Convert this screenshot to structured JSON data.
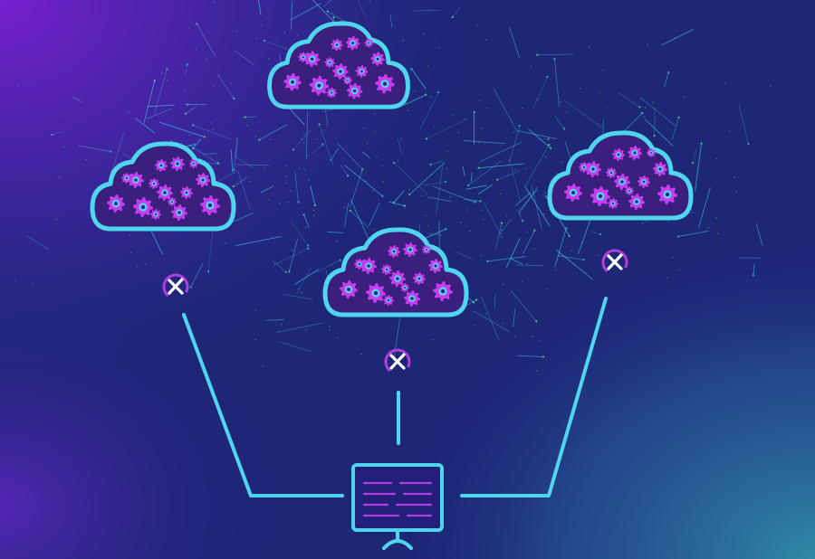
{
  "colors": {
    "background_top_left": "#7a1fd1",
    "background_mid": "#2a2d8f",
    "background_center": "#1c2778",
    "background_bottom_right": "#2f7a9e",
    "cloud_outline": "#4fd6ee",
    "cloud_fill": "#3b1f7c",
    "gear": "#c73cf0",
    "gear_hub": "#4fd6ee",
    "connector_line": "#4fd6ee",
    "x_mark": "#ffffff",
    "x_ring": "#b23de0",
    "network_lines": "#3fbfe0",
    "network_points": "#5be08a",
    "monitor_stripe": "#b23de0"
  },
  "scene": {
    "description_free": true,
    "clouds": [
      {
        "id": "cloud-top",
        "icon": "cloud-gears-icon"
      },
      {
        "id": "cloud-left",
        "icon": "cloud-gears-icon"
      },
      {
        "id": "cloud-center",
        "icon": "cloud-gears-icon"
      },
      {
        "id": "cloud-right",
        "icon": "cloud-gears-icon"
      }
    ],
    "status_marks": [
      {
        "id": "x-left",
        "icon": "x-mark-icon"
      },
      {
        "id": "x-center",
        "icon": "x-mark-icon"
      },
      {
        "id": "x-right",
        "icon": "x-mark-icon"
      }
    ],
    "computer": {
      "icon": "monitor-icon",
      "stripe_rows": 4
    }
  }
}
